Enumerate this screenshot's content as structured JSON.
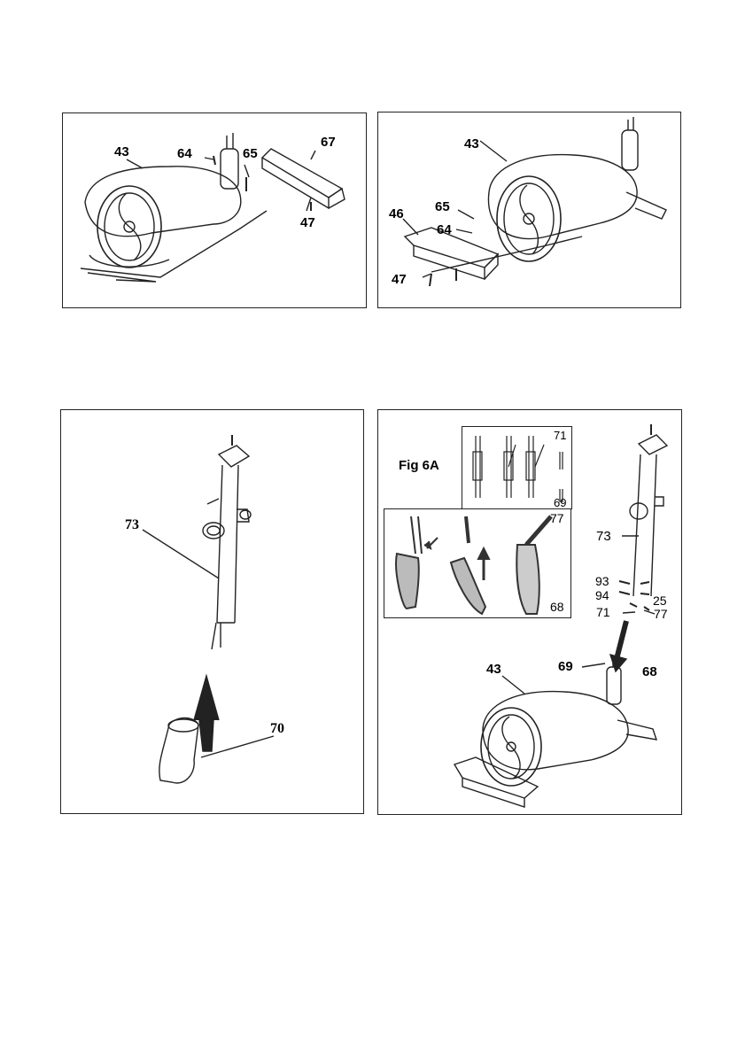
{
  "figures": [
    {
      "id": "top-left",
      "callouts": {
        "a": "43",
        "b": "64",
        "c": "65",
        "d": "67",
        "e": "47"
      }
    },
    {
      "id": "top-right",
      "callouts": {
        "a": "43",
        "b": "65",
        "c": "64",
        "d": "46",
        "e": "47"
      }
    },
    {
      "id": "bottom-left",
      "callouts": {
        "a": "73",
        "b": "70"
      }
    },
    {
      "id": "bottom-right",
      "fig_title": "Fig 6A",
      "callouts": {
        "p71": "71",
        "p69": "69",
        "p77a": "77",
        "p68a": "68",
        "p73": "73",
        "p93": "93",
        "p94": "94",
        "p25": "25",
        "p71b": "71",
        "p77b": "77",
        "p69b": "69",
        "p68b": "68",
        "p43": "43"
      }
    }
  ]
}
